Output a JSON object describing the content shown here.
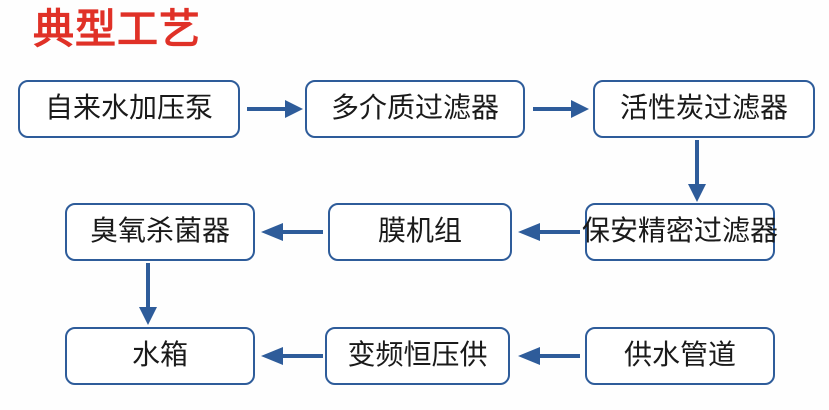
{
  "diagram": {
    "title": "典型工艺",
    "title_color": "#e03127",
    "node_border_color": "#2e5c9a",
    "arrow_color": "#2e5c9a",
    "background_color": "#fefefe",
    "nodes": [
      {
        "id": "n1",
        "label": "自来水加压泵",
        "row": 1,
        "col": 1
      },
      {
        "id": "n2",
        "label": "多介质过滤器",
        "row": 1,
        "col": 2
      },
      {
        "id": "n3",
        "label": "活性炭过滤器",
        "row": 1,
        "col": 3
      },
      {
        "id": "n4",
        "label": "保安精密过滤器",
        "row": 2,
        "col": 3
      },
      {
        "id": "n5",
        "label": "膜机组",
        "row": 2,
        "col": 2
      },
      {
        "id": "n6",
        "label": "臭氧杀菌器",
        "row": 2,
        "col": 1
      },
      {
        "id": "n7",
        "label": "水箱",
        "row": 3,
        "col": 1
      },
      {
        "id": "n8",
        "label": "变频恒压供",
        "row": 3,
        "col": 2
      },
      {
        "id": "n9",
        "label": "供水管道",
        "row": 3,
        "col": 3
      }
    ],
    "edges": [
      {
        "from": "n1",
        "to": "n2",
        "direction": "right"
      },
      {
        "from": "n2",
        "to": "n3",
        "direction": "right"
      },
      {
        "from": "n3",
        "to": "n4",
        "direction": "down"
      },
      {
        "from": "n4",
        "to": "n5",
        "direction": "left"
      },
      {
        "from": "n5",
        "to": "n6",
        "direction": "left"
      },
      {
        "from": "n6",
        "to": "n7",
        "direction": "down"
      },
      {
        "from": "n9",
        "to": "n8",
        "direction": "left"
      },
      {
        "from": "n8",
        "to": "n7",
        "direction": "left"
      }
    ]
  }
}
